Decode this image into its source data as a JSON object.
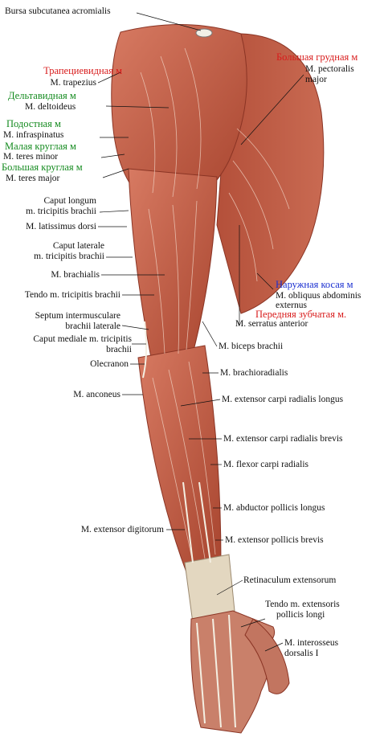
{
  "colors": {
    "red": "#d81b1b",
    "green": "#138a1e",
    "blue": "#1a2fd0",
    "black": "#111111",
    "muscle": "#c0604a",
    "tendon": "#ede7d6"
  },
  "labels": {
    "bursa": "Bursa subcutanea acromialis",
    "trapezius_ru": "Трапециевидная м",
    "trapezius": "M. trapezius",
    "deltoid_ru": "Дельтавидная м",
    "deltoid": "M. deltoideus",
    "infraspinatus_ru": "Подостная м",
    "infraspinatus": "M. infraspinatus",
    "teres_minor_ru": "Малая круглая м",
    "teres_minor": "M. teres minor",
    "teres_major_ru": "Большая круглая м",
    "teres_major": "M. teres major",
    "caput_longum_1": "Caput longum",
    "caput_longum_2": "m. tricipitis brachii",
    "latissimus": "M. latissimus dorsi",
    "caput_laterale_1": "Caput laterale",
    "caput_laterale_2": "m. tricipitis brachii",
    "brachialis": "M. brachialis",
    "tendo_triceps": "Tendo m. tricipitis brachii",
    "septum_1": "Septum intermusculare",
    "septum_2": "brachii laterale",
    "caput_mediale_1": "Caput mediale m. tricipitis",
    "caput_mediale_2": "brachii",
    "olecranon": "Olecranon",
    "anconeus": "M. anconeus",
    "ext_digitorum": "M. extensor digitorum",
    "pectoralis_ru": "Большая грудная м",
    "pectoralis_1": "M. pectoralis",
    "pectoralis_2": "major",
    "obliquus_ru": "Наружная косая м",
    "obliquus_1": "M. obliquus abdominis",
    "obliquus_2": "externus",
    "serratus_ru": "Передняя зубчатая м.",
    "serratus": "M. serratus anterior",
    "biceps": "M. biceps brachii",
    "brachioradialis": "M. brachioradialis",
    "ecr_longus": "M. extensor carpi radialis longus",
    "ecr_brevis": "M. extensor carpi radialis brevis",
    "fcr": "M. flexor carpi radialis",
    "apl": "M. abductor pollicis longus",
    "epb": "M. extensor pollicis brevis",
    "retinaculum": "Retinaculum extensorum",
    "epl_1": "Tendo m. extensoris",
    "epl_2": "pollicis longi",
    "interosseus_1": "M. interosseus",
    "interosseus_2": "dorsalis I"
  }
}
